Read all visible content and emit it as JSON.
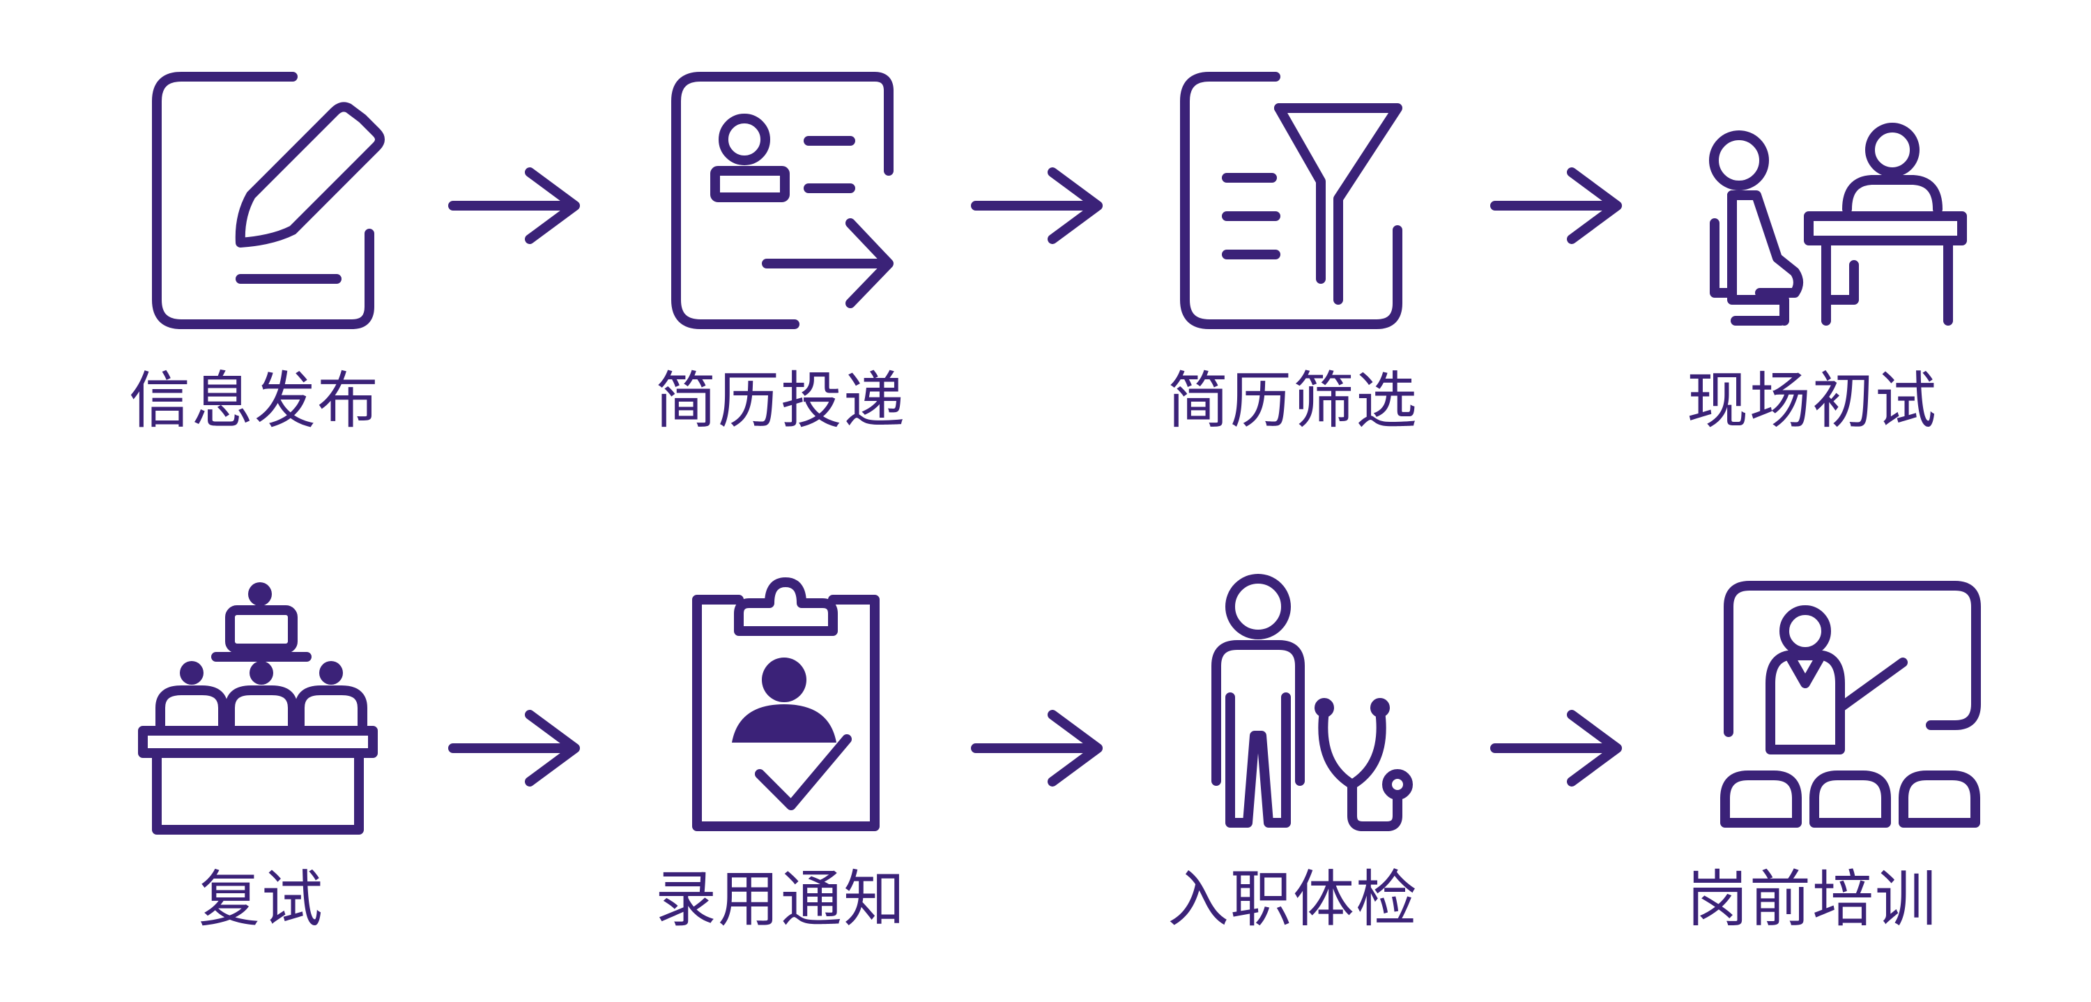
{
  "colors": {
    "primary": "#3b2278",
    "background": "#ffffff"
  },
  "steps": [
    {
      "label": "信息发布",
      "icon": "document-pencil-icon"
    },
    {
      "label": "简历投递",
      "icon": "resume-send-icon"
    },
    {
      "label": "简历筛选",
      "icon": "resume-filter-icon"
    },
    {
      "label": "现场初试",
      "icon": "interview-icon"
    },
    {
      "label": "复试",
      "icon": "panel-interview-icon"
    },
    {
      "label": "录用通知",
      "icon": "clipboard-check-icon"
    },
    {
      "label": "入职体检",
      "icon": "stethoscope-person-icon"
    },
    {
      "label": "岗前培训",
      "icon": "training-presentation-icon"
    }
  ],
  "arrow_icon": "arrow-right-icon"
}
